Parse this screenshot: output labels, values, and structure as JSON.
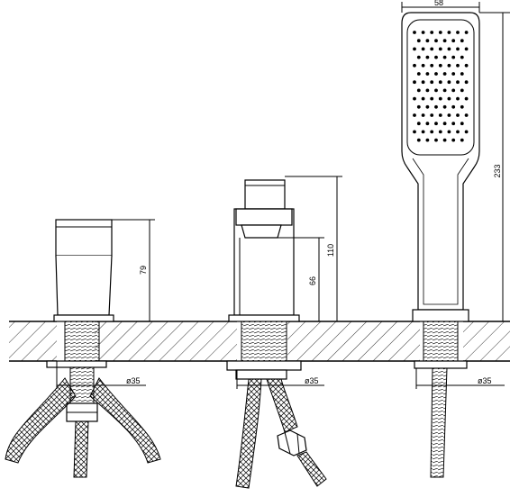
{
  "dimensions": {
    "handshower_width": "58",
    "handshower_height": "233",
    "spout_height": "110",
    "spout_outlet_height": "66",
    "mixer_height": "79",
    "hole_mixer": "ø35",
    "hole_spout": "ø35",
    "hole_handshower": "ø35"
  }
}
